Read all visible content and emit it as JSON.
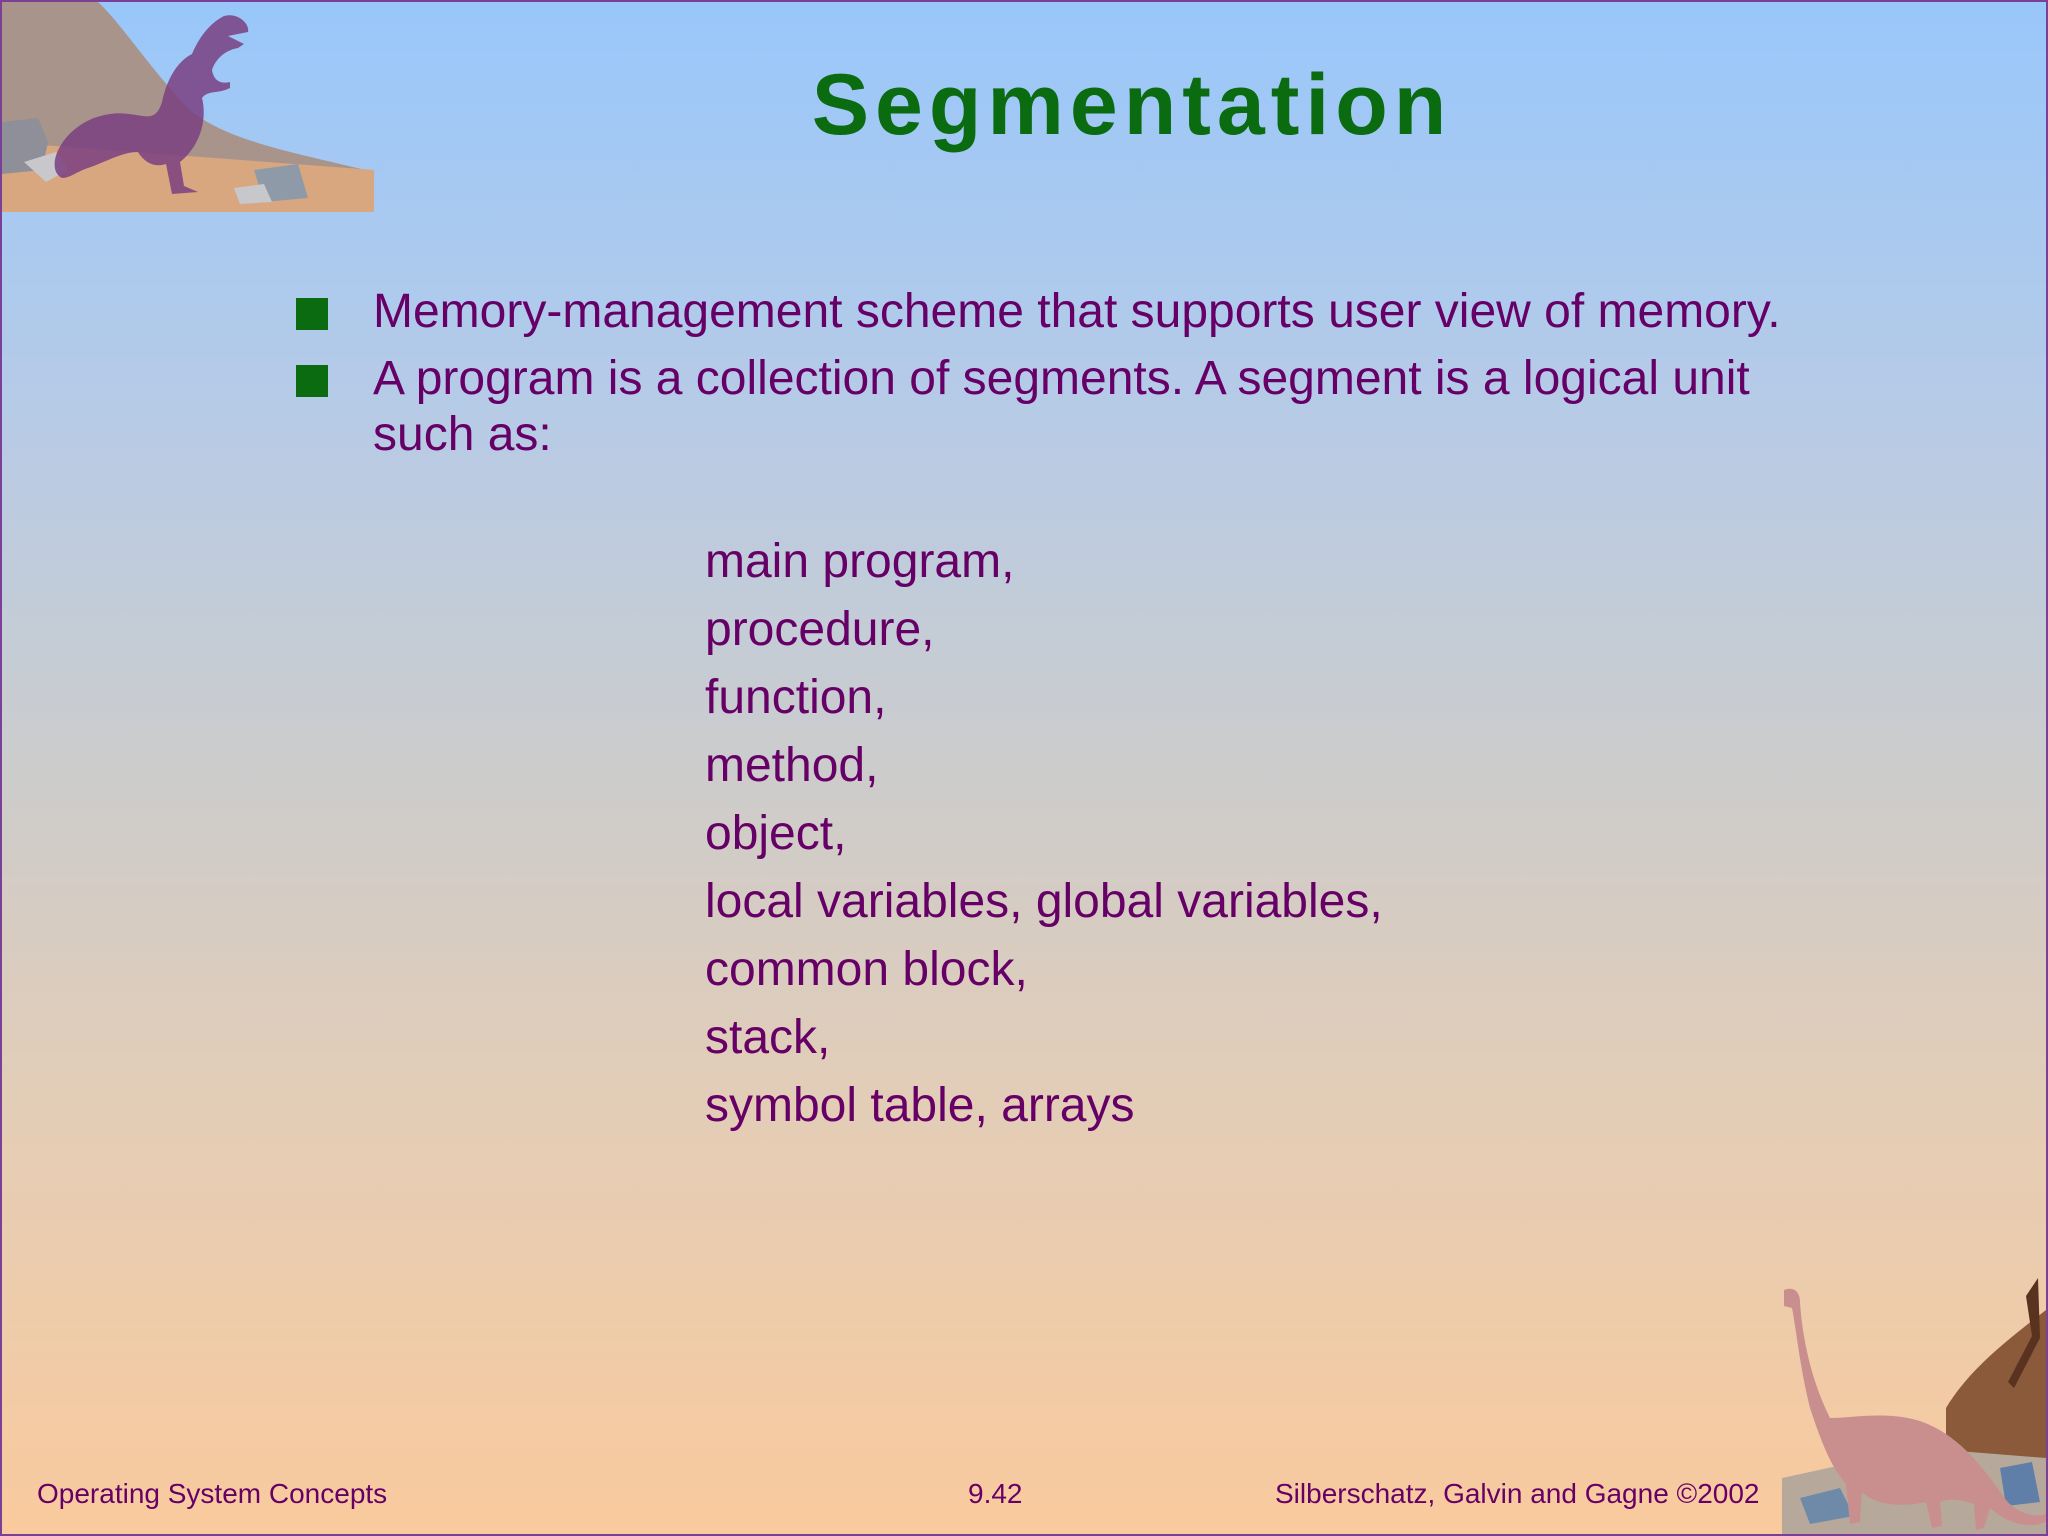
{
  "slide": {
    "title": "Segmentation",
    "bullets": [
      "Memory-management scheme that supports user view of memory.",
      "A program is a collection of segments.  A segment is a logical unit such as:"
    ],
    "units": [
      "main program,",
      "procedure,",
      "function,",
      "method,",
      "object,",
      "local variables, global variables,",
      "common block,",
      "stack,",
      "symbol table, arrays"
    ]
  },
  "footer": {
    "left": "Operating System Concepts",
    "center": "9.42",
    "right": "Silberschatz, Galvin and  Gagne ©2002"
  },
  "colors": {
    "title": "#0a6b11",
    "text": "#660066",
    "bullet_marker": "#0a6b11",
    "border": "#7a3f96"
  },
  "icons": {
    "top_left": "tyrannosaurus-illustration",
    "bottom_right": "brontosaurus-illustration"
  }
}
